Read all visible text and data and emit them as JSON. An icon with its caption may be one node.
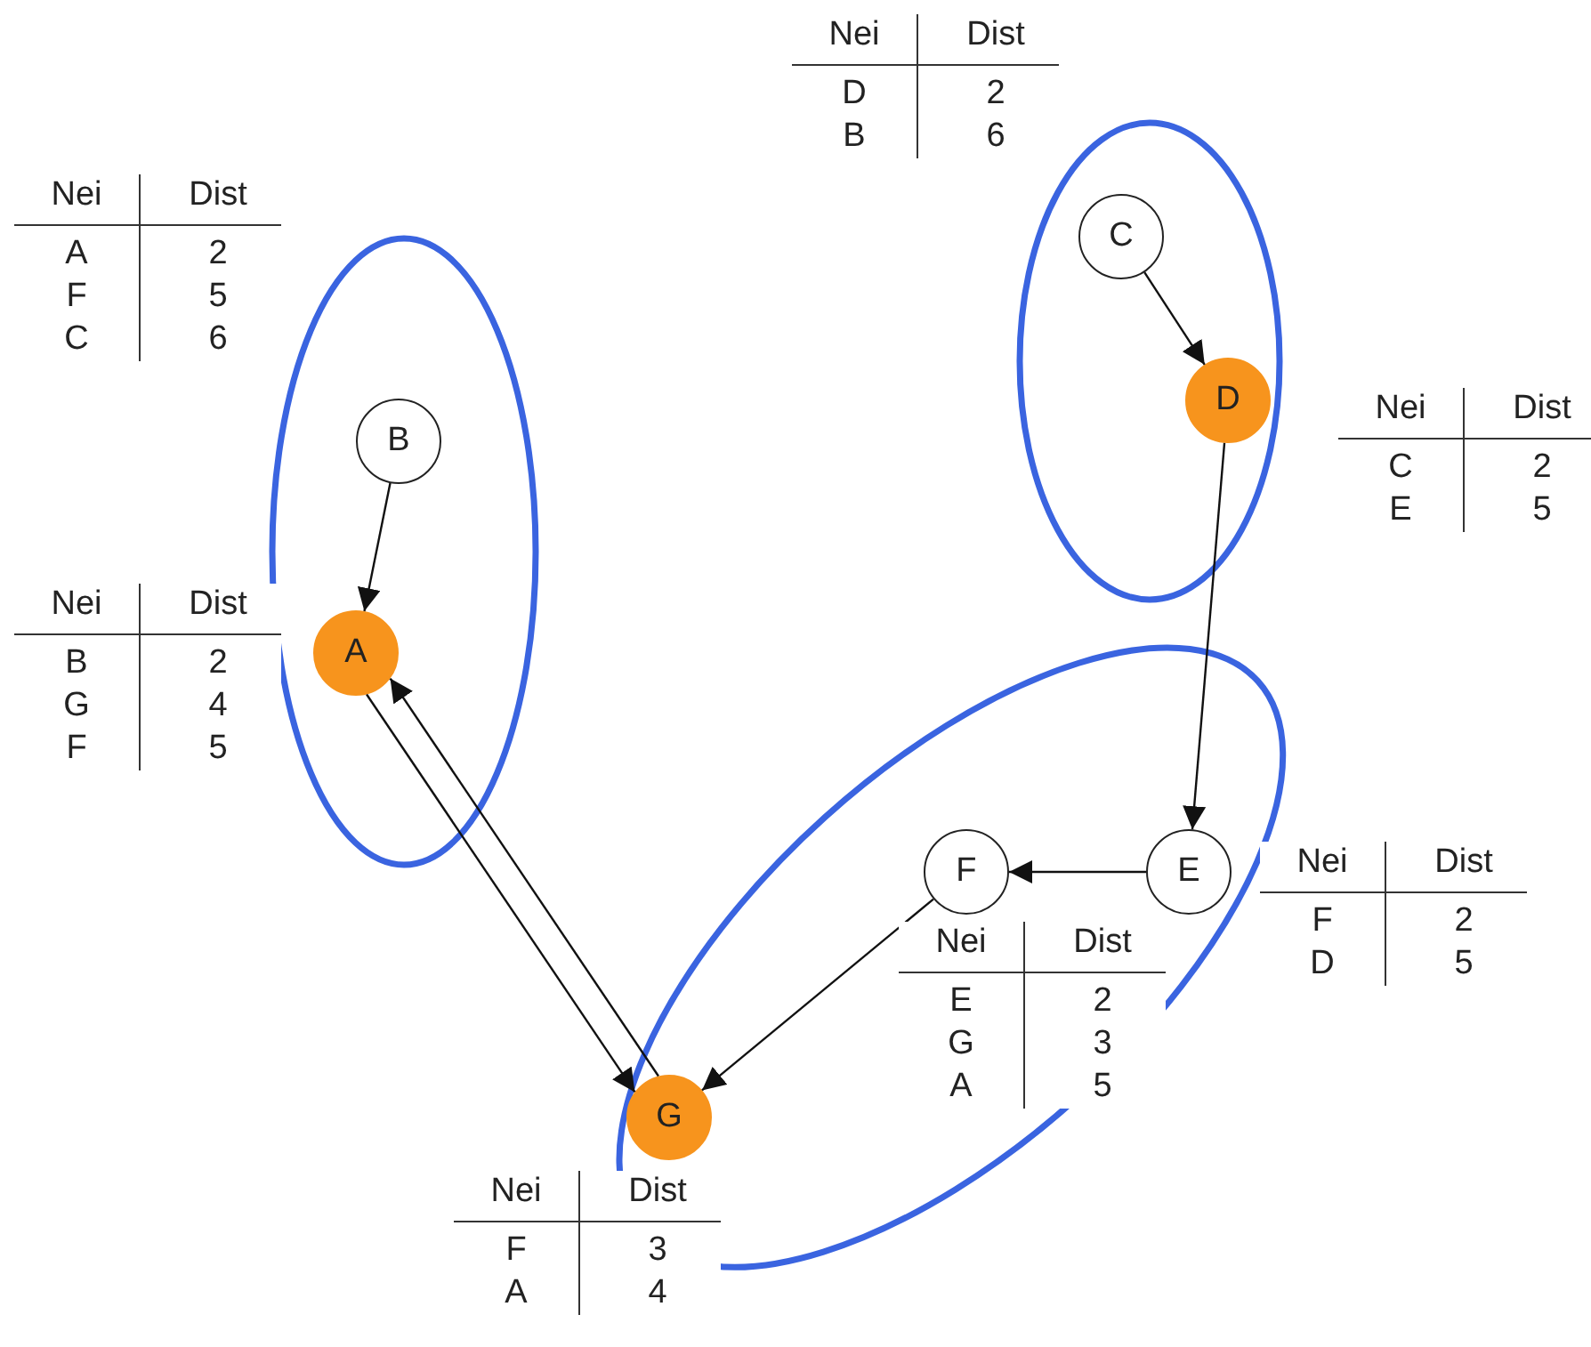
{
  "diagram": {
    "nodes": [
      {
        "text": [],
        "shape": "ellipse"
      },
      {
        "text": [
          "C"
        ],
        "in": 0
      },
      {
        "text": [
          "D"
        ],
        "in": 0
      },
      {
        "text": [],
        "shape": "ellipse"
      },
      {
        "text": [
          "B"
        ],
        "in": 3
      },
      {
        "text": [
          "A"
        ],
        "in": 3
      },
      {
        "text": [],
        "shape": "ellipse"
      },
      {
        "text": [
          "E"
        ],
        "in": 6
      },
      {
        "text": [
          "F"
        ],
        "in": 6
      },
      {
        "text": [
          "G"
        ],
        "in": 6
      }
    ],
    "edges": [
      {
        "from": 1,
        "to": 2,
        "arrow": "to"
      },
      {
        "from": 2,
        "to": 7,
        "arrow": "to"
      },
      {
        "from": 4,
        "to": 5,
        "arrow": "to"
      },
      {
        "from": 5,
        "to": 9,
        "arrow": "to"
      },
      {
        "from": 9,
        "to": 5,
        "arrow": "to"
      },
      {
        "from": 7,
        "to": 8,
        "arrow": "to"
      },
      {
        "from": 8,
        "to": 9,
        "arrow": "to"
      }
    ],
    "labels": [
      "Nei",
      "Dist",
      "D",
      "2",
      "B",
      "6",
      "Nei",
      "Dist",
      "A",
      "2",
      "F",
      "5",
      "C",
      "6",
      "Nei",
      "Dist",
      "C",
      "2",
      "E",
      "5",
      "Nei",
      "Dist",
      "B",
      "2",
      "G",
      "4",
      "F",
      "5",
      "Nei",
      "Dist",
      "F",
      "2",
      "D",
      "5",
      "Nei",
      "Dist",
      "E",
      "2",
      "G",
      "3",
      "A",
      "5",
      "Nei",
      "Dist",
      "F",
      "3",
      "A",
      "4"
    ]
  }
}
